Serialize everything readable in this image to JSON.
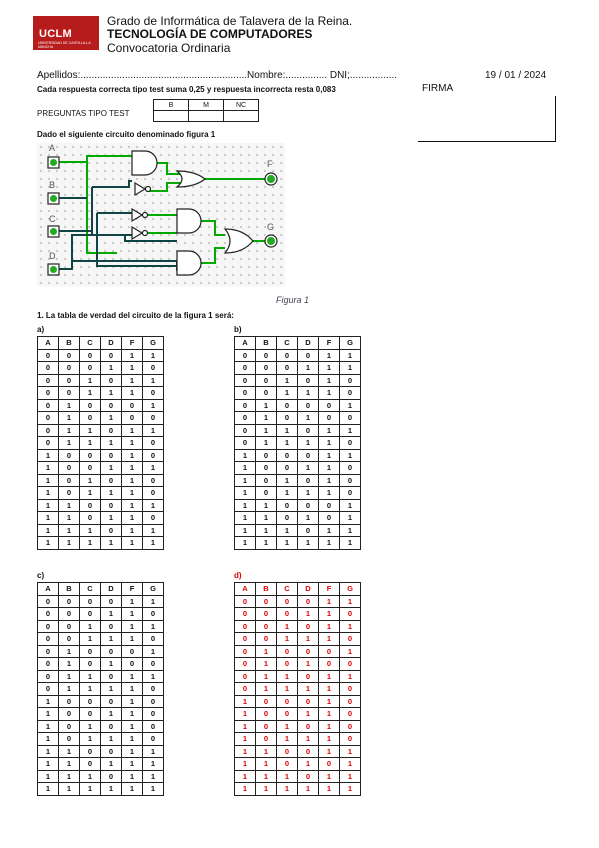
{
  "header": {
    "logo_text": "UCLM",
    "logo_sub": "UNIVERSIDAD DE CASTILLA-LA MANCHA",
    "line1": "Grado de Informática de Talavera de la Reina.",
    "line2": "TECNOLOGÍA DE COMPUTADORES",
    "line3": "Convocatoria Ordinaria"
  },
  "form": {
    "apellidos": "Apellidos:............................................................Nombre:............... DNI;.................",
    "date": "19 / 01 / 2024",
    "rule": "Cada respuesta correcta tipo test suma 0,25 y respuesta incorrecta resta 0,083",
    "firma": "FIRMA",
    "preguntas": "PREGUNTAS TIPO TEST",
    "grid_headers": [
      "B",
      "M",
      "NC"
    ]
  },
  "intro": "Dado el siguiente circuito denominado figura 1",
  "figure": {
    "inputs": [
      "A",
      "B",
      "C",
      "D"
    ],
    "outputs": [
      "F",
      "G"
    ],
    "caption": "Figura 1"
  },
  "question": "1. La tabla de verdad del circuito de la figura 1 será:",
  "tables": [
    {
      "label": "a)",
      "headers": [
        "A",
        "B",
        "C",
        "D",
        "F",
        "G"
      ],
      "rows": [
        [
          "0",
          "0",
          "0",
          "0",
          "1",
          "1"
        ],
        [
          "0",
          "0",
          "0",
          "1",
          "1",
          "0"
        ],
        [
          "0",
          "0",
          "1",
          "0",
          "1",
          "1"
        ],
        [
          "0",
          "0",
          "1",
          "1",
          "1",
          "0"
        ],
        [
          "0",
          "1",
          "0",
          "0",
          "0",
          "1"
        ],
        [
          "0",
          "1",
          "0",
          "1",
          "0",
          "0"
        ],
        [
          "0",
          "1",
          "1",
          "0",
          "1",
          "1"
        ],
        [
          "0",
          "1",
          "1",
          "1",
          "1",
          "0"
        ],
        [
          "1",
          "0",
          "0",
          "0",
          "1",
          "0"
        ],
        [
          "1",
          "0",
          "0",
          "1",
          "1",
          "1"
        ],
        [
          "1",
          "0",
          "1",
          "0",
          "1",
          "0"
        ],
        [
          "1",
          "0",
          "1",
          "1",
          "1",
          "0"
        ],
        [
          "1",
          "1",
          "0",
          "0",
          "1",
          "1"
        ],
        [
          "1",
          "1",
          "0",
          "1",
          "1",
          "0"
        ],
        [
          "1",
          "1",
          "1",
          "0",
          "1",
          "1"
        ],
        [
          "1",
          "1",
          "1",
          "1",
          "1",
          "1"
        ]
      ]
    },
    {
      "label": "b)",
      "headers": [
        "A",
        "B",
        "C",
        "D",
        "F",
        "G"
      ],
      "rows": [
        [
          "0",
          "0",
          "0",
          "0",
          "1",
          "1"
        ],
        [
          "0",
          "0",
          "0",
          "1",
          "1",
          "1"
        ],
        [
          "0",
          "0",
          "1",
          "0",
          "1",
          "0"
        ],
        [
          "0",
          "0",
          "1",
          "1",
          "1",
          "0"
        ],
        [
          "0",
          "1",
          "0",
          "0",
          "0",
          "1"
        ],
        [
          "0",
          "1",
          "0",
          "1",
          "0",
          "0"
        ],
        [
          "0",
          "1",
          "1",
          "0",
          "1",
          "1"
        ],
        [
          "0",
          "1",
          "1",
          "1",
          "1",
          "0"
        ],
        [
          "1",
          "0",
          "0",
          "0",
          "1",
          "1"
        ],
        [
          "1",
          "0",
          "0",
          "1",
          "1",
          "0"
        ],
        [
          "1",
          "0",
          "1",
          "0",
          "1",
          "0"
        ],
        [
          "1",
          "0",
          "1",
          "1",
          "1",
          "0"
        ],
        [
          "1",
          "1",
          "0",
          "0",
          "0",
          "1"
        ],
        [
          "1",
          "1",
          "0",
          "1",
          "0",
          "1"
        ],
        [
          "1",
          "1",
          "1",
          "0",
          "1",
          "1"
        ],
        [
          "1",
          "1",
          "1",
          "1",
          "1",
          "1"
        ]
      ]
    },
    {
      "label": "c)",
      "headers": [
        "A",
        "B",
        "C",
        "D",
        "F",
        "G"
      ],
      "rows": [
        [
          "0",
          "0",
          "0",
          "0",
          "1",
          "1"
        ],
        [
          "0",
          "0",
          "0",
          "1",
          "1",
          "0"
        ],
        [
          "0",
          "0",
          "1",
          "0",
          "1",
          "1"
        ],
        [
          "0",
          "0",
          "1",
          "1",
          "1",
          "0"
        ],
        [
          "0",
          "1",
          "0",
          "0",
          "0",
          "1"
        ],
        [
          "0",
          "1",
          "0",
          "1",
          "0",
          "0"
        ],
        [
          "0",
          "1",
          "1",
          "0",
          "1",
          "1"
        ],
        [
          "0",
          "1",
          "1",
          "1",
          "1",
          "0"
        ],
        [
          "1",
          "0",
          "0",
          "0",
          "1",
          "0"
        ],
        [
          "1",
          "0",
          "0",
          "1",
          "1",
          "0"
        ],
        [
          "1",
          "0",
          "1",
          "0",
          "1",
          "0"
        ],
        [
          "1",
          "0",
          "1",
          "1",
          "1",
          "0"
        ],
        [
          "1",
          "1",
          "0",
          "0",
          "1",
          "1"
        ],
        [
          "1",
          "1",
          "0",
          "1",
          "1",
          "1"
        ],
        [
          "1",
          "1",
          "1",
          "0",
          "1",
          "1"
        ],
        [
          "1",
          "1",
          "1",
          "1",
          "1",
          "1"
        ]
      ]
    },
    {
      "label": "d)",
      "headers": [
        "A",
        "B",
        "C",
        "D",
        "F",
        "G"
      ],
      "rows": [
        [
          "0",
          "0",
          "0",
          "0",
          "1",
          "1"
        ],
        [
          "0",
          "0",
          "0",
          "1",
          "1",
          "0"
        ],
        [
          "0",
          "0",
          "1",
          "0",
          "1",
          "1"
        ],
        [
          "0",
          "0",
          "1",
          "1",
          "1",
          "0"
        ],
        [
          "0",
          "1",
          "0",
          "0",
          "0",
          "1"
        ],
        [
          "0",
          "1",
          "0",
          "1",
          "0",
          "0"
        ],
        [
          "0",
          "1",
          "1",
          "0",
          "1",
          "1"
        ],
        [
          "0",
          "1",
          "1",
          "1",
          "1",
          "0"
        ],
        [
          "1",
          "0",
          "0",
          "0",
          "1",
          "0"
        ],
        [
          "1",
          "0",
          "0",
          "1",
          "1",
          "0"
        ],
        [
          "1",
          "0",
          "1",
          "0",
          "1",
          "0"
        ],
        [
          "1",
          "0",
          "1",
          "1",
          "1",
          "0"
        ],
        [
          "1",
          "1",
          "0",
          "0",
          "1",
          "1"
        ],
        [
          "1",
          "1",
          "0",
          "1",
          "0",
          "1"
        ],
        [
          "1",
          "1",
          "1",
          "0",
          "1",
          "1"
        ],
        [
          "1",
          "1",
          "1",
          "1",
          "1",
          "1"
        ]
      ]
    }
  ]
}
